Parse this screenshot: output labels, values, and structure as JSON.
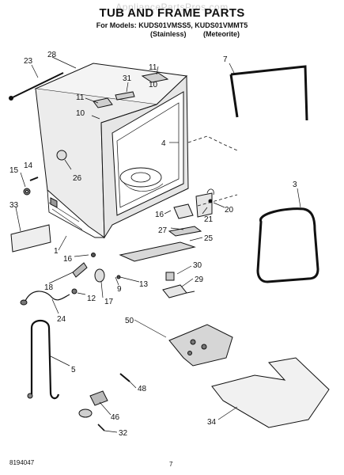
{
  "header": {
    "watermark": "AppliancePartsPros.com",
    "title": "TUB AND FRAME PARTS",
    "models": "For Models: KUDS01VMSS5, KUDS01VMMT5",
    "variant_left": "(Stainless)",
    "variant_right": "(Meteorite)"
  },
  "footer": {
    "doc_number": "8194047",
    "page_number": "7"
  },
  "callouts": [
    "28",
    "23",
    "31",
    "11",
    "10",
    "11",
    "10",
    "26",
    "4",
    "7",
    "15",
    "14",
    "33",
    "16",
    "21",
    "20",
    "27",
    "25",
    "3",
    "1",
    "16",
    "18",
    "12",
    "17",
    "9",
    "13",
    "30",
    "29",
    "24",
    "50",
    "5",
    "48",
    "46",
    "32",
    "34"
  ]
}
